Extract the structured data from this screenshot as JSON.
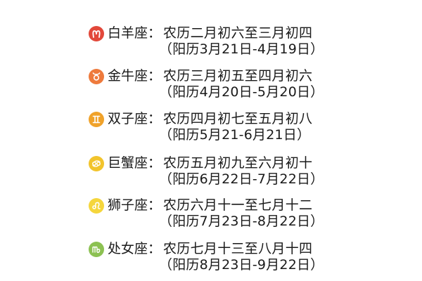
{
  "signs": [
    {
      "name": "白羊座：",
      "lunar": "农历二月初六至三月初四",
      "solar": "（阳历3月21日-4月19日）",
      "icon": "aries-icon",
      "symbol": "♈",
      "color": "#e2483a"
    },
    {
      "name": "金牛座：",
      "lunar": "农历三月初五至四月初六",
      "solar": "（阳历4月20日-5月20日）",
      "icon": "taurus-icon",
      "symbol": "♉",
      "color": "#ee7a3c"
    },
    {
      "name": "双子座：",
      "lunar": "农历四月初七至五月初八",
      "solar": "（阳历5月21-6月21日）",
      "icon": "gemini-icon",
      "symbol": "♊",
      "color": "#f0a22a"
    },
    {
      "name": "巨蟹座：",
      "lunar": "农历五月初九至六月初十",
      "solar": "（阳历6月22日-7月22日）",
      "icon": "cancer-icon",
      "symbol": "♋",
      "color": "#f2c42c"
    },
    {
      "name": "狮子座：",
      "lunar": "农历六月十一至七月十二",
      "solar": "（阳历7月23日-8月22日）",
      "icon": "leo-icon",
      "symbol": "♌",
      "color": "#f5d63c"
    },
    {
      "name": "处女座：",
      "lunar": "农历七月十三至八月十四",
      "solar": "（阳历8月23日-9月22日）",
      "icon": "virgo-icon",
      "symbol": "♍",
      "color": "#8cc152"
    }
  ]
}
